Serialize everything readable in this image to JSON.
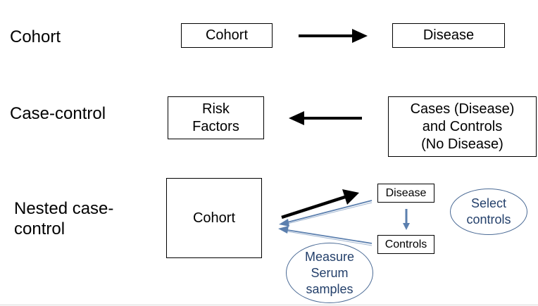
{
  "colors": {
    "arrow_black": "#000000",
    "arrow_blue": "#5b7fae",
    "oval_border": "#4a6a95",
    "oval_text": "#24406b"
  },
  "rows": {
    "cohort": {
      "label": "Cohort",
      "from_box": "Cohort",
      "to_box": "Disease"
    },
    "case_control": {
      "label": "Case-control",
      "risk_box": [
        "Risk",
        "Factors"
      ],
      "cases_box": [
        "Cases (Disease)",
        "and Controls",
        "(No Disease)"
      ]
    },
    "nested": {
      "label": [
        "Nested case-",
        "control"
      ],
      "cohort_box": "Cohort",
      "disease_box": "Disease",
      "controls_box": "Controls",
      "select_oval": [
        "Select",
        "controls"
      ],
      "measure_oval": [
        "Measure",
        "Serum",
        "samples"
      ]
    }
  }
}
